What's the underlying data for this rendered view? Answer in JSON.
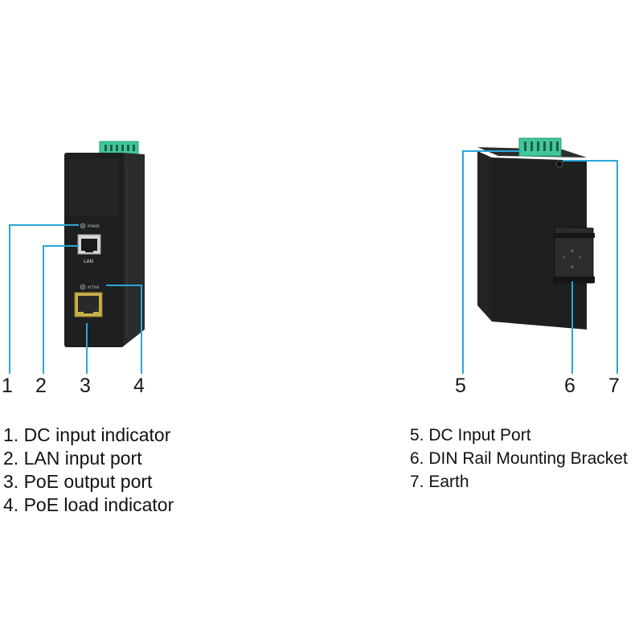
{
  "colors": {
    "callout": "#2aa7d8",
    "device": "#1e1f20",
    "terminal": "#3fc79a",
    "port_yellow": "#c9b14a"
  },
  "device_labels": {
    "power": "POWER",
    "lan": "LAN",
    "active": "ACTIVE"
  },
  "callout_numbers": [
    "1",
    "2",
    "3",
    "4",
    "5",
    "6",
    "7"
  ],
  "legend_left": [
    "1. DC input indicator",
    "2. LAN input port",
    "3. PoE output port",
    "4. PoE load indicator"
  ],
  "legend_right": [
    "5. DC Input Port",
    "6. DIN Rail Mounting Bracket",
    "7. Earth"
  ]
}
